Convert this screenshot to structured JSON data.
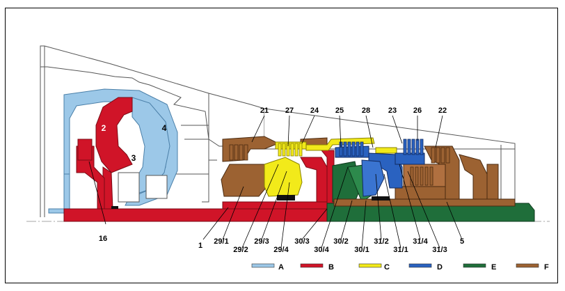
{
  "colors": {
    "A": "#9cc8e8",
    "B": "#d01428",
    "C": "#f2ea1a",
    "D": "#2a62c0",
    "E": "#1f6e3a",
    "F": "#9c6232",
    "housing": "#ffffff",
    "line": "#555555"
  },
  "part_numbers": {
    "p2": "2",
    "p3": "3",
    "p4": "4",
    "p16": "16",
    "p21": "21",
    "p27": "27",
    "p24": "24",
    "p25": "25",
    "p28": "28",
    "p23": "23",
    "p26": "26",
    "p22": "22",
    "p1": "1",
    "p29_1": "29/1",
    "p29_2": "29/2",
    "p29_3": "29/3",
    "p29_4": "29/4",
    "p30_3": "30/3",
    "p30_4": "30/4",
    "p30_2": "30/2",
    "p30_1": "30/1",
    "p31_2": "31/2",
    "p31_1": "31/1",
    "p31_4": "31/4",
    "p31_3": "31/3",
    "p5": "5"
  },
  "legend": [
    {
      "key": "A",
      "label": "A",
      "color": "#9cc8e8"
    },
    {
      "key": "B",
      "label": "B",
      "color": "#d01428"
    },
    {
      "key": "C",
      "label": "C",
      "color": "#f2ea1a"
    },
    {
      "key": "D",
      "label": "D",
      "color": "#2a62c0"
    },
    {
      "key": "E",
      "label": "E",
      "color": "#1f6e3a"
    },
    {
      "key": "F",
      "label": "F",
      "color": "#9c6232"
    }
  ]
}
